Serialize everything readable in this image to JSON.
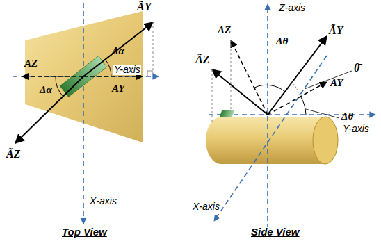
{
  "diagram": {
    "labels": [
      "AZ",
      "ÃY",
      "Δα",
      "Y-axis",
      "AY",
      "Δα",
      "ÃZ",
      "X-axis",
      "Top View",
      "Z-axis",
      "AZ",
      "ÃY",
      "ÃZ",
      "Δθ",
      "θ̄",
      "AY",
      "Y-axis",
      "Δθ",
      "X-axis",
      "Side View"
    ]
  }
}
